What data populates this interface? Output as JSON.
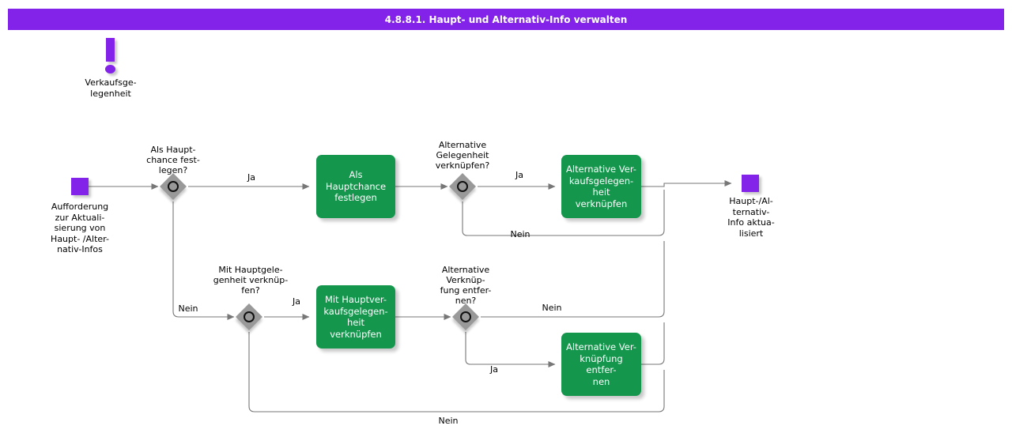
{
  "header": {
    "title": "4.8.8.1. Haupt- und Alternativ-Info verwalten",
    "bar_color": "#8322e8",
    "text_color": "#ffffff"
  },
  "palette": {
    "event": "#8322e8",
    "activity": "#14964d",
    "decision": "#999999",
    "edge": "#777777",
    "background": "#ffffff"
  },
  "annotation": {
    "icon": "exclamation-mark-icon",
    "label": "Verkaufsge-\nlegenheit"
  },
  "nodes": {
    "start_event": {
      "type": "event",
      "label": "Aufforderung\nzur  Aktuali-\nsierung  von\nHaupt- /Alter-\nnativ-Infos"
    },
    "end_event": {
      "type": "event",
      "label": "Haupt-/Al-\nternativ-\nInfo aktua-\nlisiert"
    },
    "decision_hauptchance": {
      "type": "decision",
      "label": "Als Haupt-\nchance fest-\nlegen?"
    },
    "decision_alt_gelegenheit": {
      "type": "decision",
      "label": "Alternative\nGelegenheit\nverknüpfen?"
    },
    "decision_hauptgelegenheit": {
      "type": "decision",
      "label": "Mit  Hauptgele-\ngenheit  verknüp-\nfen?"
    },
    "decision_alt_verknuepfung": {
      "type": "decision",
      "label": "Alternative\nVerknüp-\nfung entfer-\nnen?"
    },
    "activity_hauptchance": {
      "type": "activity",
      "label": "Als Hauptchance\nfestlegen"
    },
    "activity_alt_verkaufsgelegenheit": {
      "type": "activity",
      "label": "Alternative  Ver-\nkaufsgelegen-\nheit  verknüpfen"
    },
    "activity_mit_hauptverkaufsgelegenheit": {
      "type": "activity",
      "label": "Mit  Hauptver-\nkaufsgelegen-\nheit  verknüpfen"
    },
    "activity_alt_verknuepfung_entfernen": {
      "type": "activity",
      "label": "Alternative Ver-\nknüpfung entfer-\nnen"
    }
  },
  "edge_labels": {
    "hauptchance_ja": "Ja",
    "hauptchance_nein": "Nein",
    "alt_gelegenheit_ja": "Ja",
    "alt_gelegenheit_nein": "Nein",
    "hauptgelegenheit_ja": "Ja",
    "hauptgelegenheit_nein": "Nein",
    "alt_verknuepfung_nein": "Nein",
    "alt_verknuepfung_ja": "Ja"
  }
}
